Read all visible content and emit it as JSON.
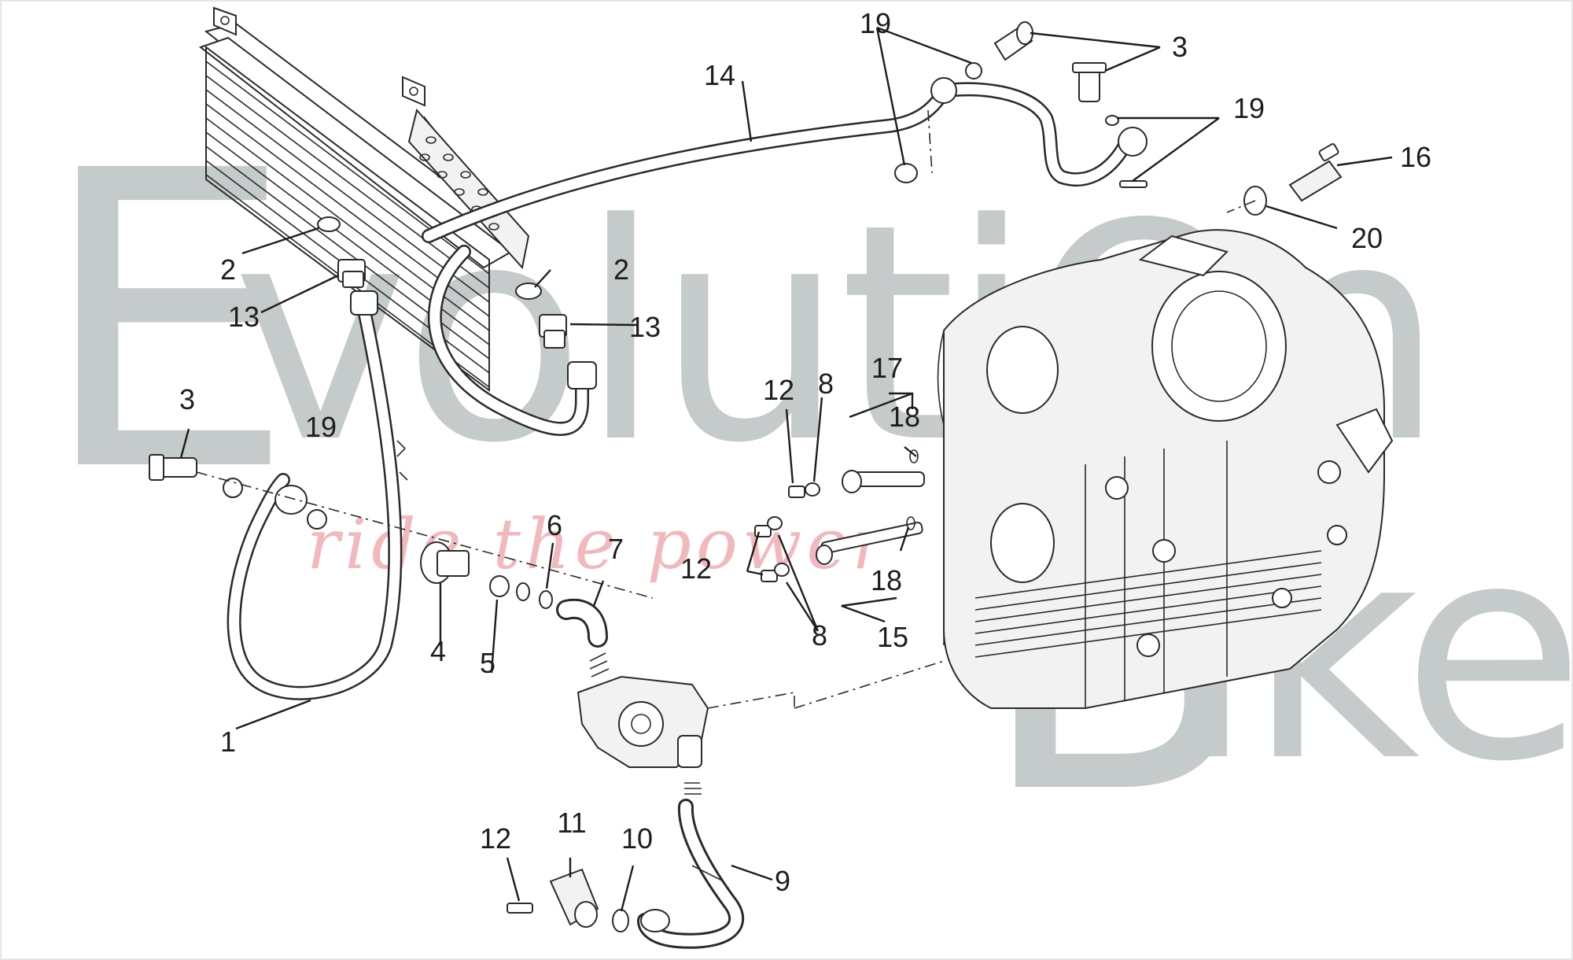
{
  "watermark": {
    "brand_line1_initial": "E",
    "brand_line1_rest": "volutiOn",
    "brand_line2_initial": "B",
    "brand_line2_rest": "ike",
    "tagline": "ride the power"
  },
  "callouts": [
    {
      "id": "c1",
      "text": "1"
    },
    {
      "id": "c2a",
      "text": "2"
    },
    {
      "id": "c2b",
      "text": "2"
    },
    {
      "id": "c3a",
      "text": "3"
    },
    {
      "id": "c3b",
      "text": "3"
    },
    {
      "id": "c4",
      "text": "4"
    },
    {
      "id": "c5",
      "text": "5"
    },
    {
      "id": "c6",
      "text": "6"
    },
    {
      "id": "c7",
      "text": "7"
    },
    {
      "id": "c8a",
      "text": "8"
    },
    {
      "id": "c8b",
      "text": "8"
    },
    {
      "id": "c9",
      "text": "9"
    },
    {
      "id": "c10",
      "text": "10"
    },
    {
      "id": "c11",
      "text": "11"
    },
    {
      "id": "c12a",
      "text": "12"
    },
    {
      "id": "c12b",
      "text": "12"
    },
    {
      "id": "c12c",
      "text": "12"
    },
    {
      "id": "c13a",
      "text": "13"
    },
    {
      "id": "c13b",
      "text": "13"
    },
    {
      "id": "c14",
      "text": "14"
    },
    {
      "id": "c15",
      "text": "15"
    },
    {
      "id": "c16",
      "text": "16"
    },
    {
      "id": "c17",
      "text": "17"
    },
    {
      "id": "c18a",
      "text": "18"
    },
    {
      "id": "c18b",
      "text": "18"
    },
    {
      "id": "c19a",
      "text": "19"
    },
    {
      "id": "c19b",
      "text": "19"
    },
    {
      "id": "c19c",
      "text": "19"
    },
    {
      "id": "c20",
      "text": "20"
    }
  ]
}
